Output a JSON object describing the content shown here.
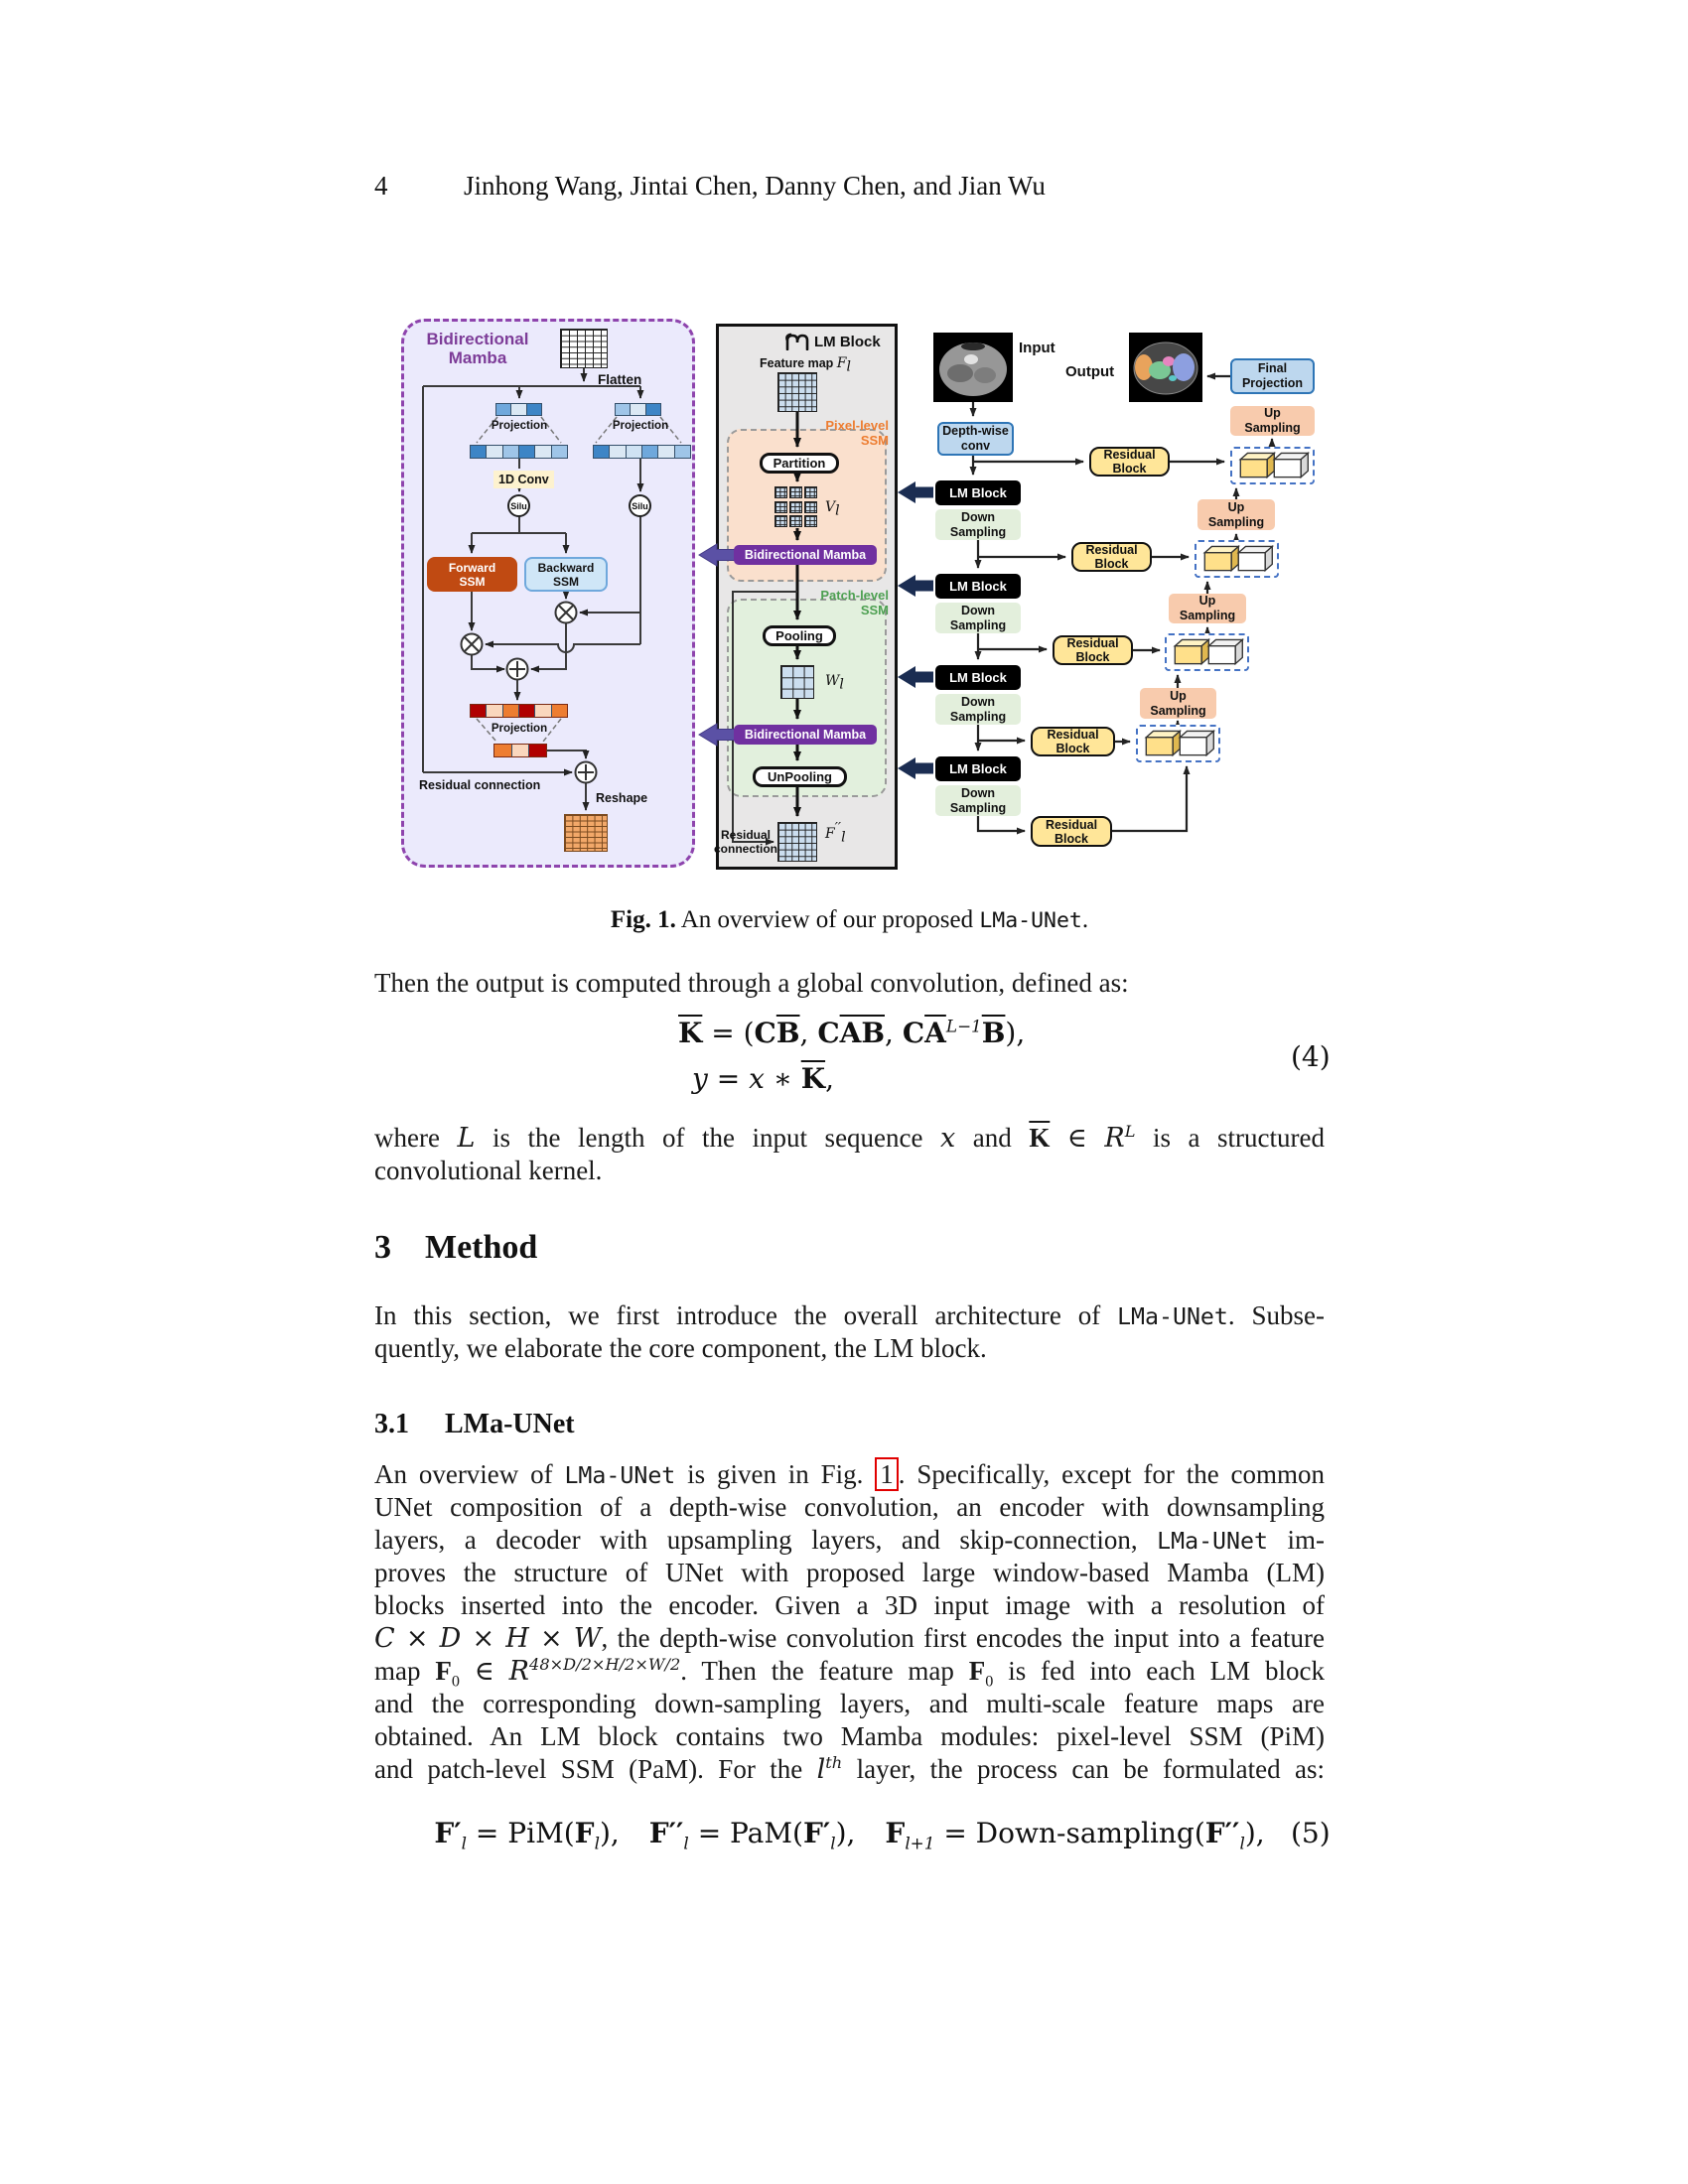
{
  "header": {
    "page_number": "4",
    "authors": "Jinhong Wang, Jintai Chen, Danny Chen, and Jian Wu"
  },
  "figure": {
    "caption": {
      "label": "Fig. 1.",
      "text": " An overview of our proposed ",
      "code": "LMa-UNet",
      "period": "."
    },
    "bidir_panel": {
      "title_l1": "Bidirectional",
      "title_l2": "Mamba",
      "flatten": "Flatten",
      "projection": "Projection",
      "conv1d": "1D Conv",
      "silu": "Silu",
      "forward_l1": "Forward",
      "forward_l2": "SSM",
      "backward_l1": "Backward",
      "backward_l2": "SSM",
      "residual": "Residual connection",
      "reshape": "Reshape"
    },
    "lm_panel": {
      "title": "LM Block",
      "feature_map": "Feature map ",
      "f_var": "F",
      "f_sub": "l",
      "pixel_l1": "Pixel-level",
      "pixel_l2": "SSM",
      "partition": "Partition",
      "v_var": "V",
      "v_sub": "l",
      "bimamba": "Bidirectional Mamba",
      "patch_l1": "Patch-level",
      "patch_l2": "SSM",
      "pooling": "Pooling",
      "w_var": "W",
      "w_sub": "l",
      "unpooling": "UnPooling",
      "residual_l1": "Residual",
      "residual_l2": "connection",
      "fout_var": "F",
      "fout_sup": "′′",
      "fout_sub": "l"
    },
    "unet_panel": {
      "input": "Input",
      "output": "Output",
      "final_l1": "Final",
      "final_l2": "Projection",
      "dwconv_l1": "Depth-wise",
      "dwconv_l2": "conv",
      "lm_block": "LM Block",
      "down_l1": "Down",
      "down_l2": "Sampling",
      "residual_l1": "Residual",
      "residual_l2": "Block",
      "up_l1": "Up",
      "up_l2": "Sampling"
    },
    "colors": {
      "panel_purple": "#8e44ad",
      "title_purple": "#7d3c98",
      "mamba_purple": "#7030a0",
      "arrow_indigo": "#5b51a5",
      "forward_ssm": "#c04a12",
      "backward_ssm_bg": "#cfe6f7",
      "conv1d_bg": "#fdf2cf",
      "pixel_label": "#ed7d31",
      "pixel_bg": "#fae0cd",
      "patch_label": "#4ea052",
      "patch_bg": "#e2f0dd",
      "lm_block_bg": "#000000",
      "down_sampling_bg": "#e3efdc",
      "residual_block_bg": "#ffe699",
      "up_sampling_bg": "#f8cbad",
      "projection_box_bg": "#bdd7ee",
      "projection_box_border": "#2e75b6",
      "skip_box_border": "#4472c4",
      "navy_arrow": "#1b2d52",
      "fig_link": "#e10000"
    }
  },
  "body": {
    "intro": "Then the output is computed through a global convolution, defined as:",
    "eq4": {
      "k1": "K",
      "r1": " = (",
      "c1": "C",
      "b1": "B",
      "s1": ", ",
      "c2": "C",
      "ab": "AB",
      "s2": ", ",
      "c3": "C",
      "a3": "A",
      "exp": "L−1",
      "b3": "B",
      "end": "),",
      "y": "y",
      "r2": " = ",
      "x": "x",
      "st": " ∗ ",
      "k2": "K",
      "cm": ",",
      "num": "(4)"
    },
    "where": {
      "w1": "where ",
      "lv": "L",
      "w2": " is the length of the input sequence ",
      "xv": "x",
      "w3": " and ",
      "kv": "K",
      "w4": " ∈ ",
      "rv": "R",
      "rsup": "L",
      "w5": " is a structured",
      "l2": "convolutional kernel."
    },
    "sec3": {
      "num": "3",
      "title": "Method"
    },
    "sec3_para": {
      "l1a": "In this section, we first introduce the overall architecture of ",
      "l1code": "LMa-UNet",
      "l1b": ". Subse-",
      "l2": "quently, we elaborate the core component, the LM block."
    },
    "sec31": {
      "num": "3.1",
      "title": "LMa-UNet"
    },
    "p31": {
      "l1a": "An overview of ",
      "l1code": "LMa-UNet",
      "l1b": " is given in Fig. ",
      "l1fig": "1",
      "l1c": ". Specifically, except for the common",
      "l2": "UNet composition of a depth-wise convolution, an encoder with downsampling",
      "l3a": "layers, a decoder with upsampling layers, and skip-connection, ",
      "l3code": "LMa-UNet",
      "l3b": " im-",
      "l4": "proves the structure of UNet with proposed large window-based Mamba (LM)",
      "l5": "blocks inserted into the encoder. Given a 3D input image with a resolution of",
      "l6m": "C × D × H × W",
      "l6": ", the depth-wise convolution first encodes the input into a feature",
      "l7a": "map ",
      "l7f": "F",
      "l7sub": "0",
      "l7b": " ∈ ",
      "l7r": "R",
      "l7sup": "48×D/2×H/2×W/2",
      "l7c": ". Then the feature map ",
      "l7f2": "F",
      "l7sub2": "0",
      "l7d": " is fed into each LM block",
      "l8": "and the corresponding down-sampling layers, and multi-scale feature maps are",
      "l9": "obtained. An LM block contains two Mamba modules: pixel-level SSM (PiM)",
      "l10a": "and patch-level SSM (PaM). For the ",
      "l10l": "l",
      "l10sup": "th",
      "l10b": " layer, the process can be formulated as:"
    },
    "eq5": {
      "f1": "F",
      "p1": "′",
      "s1": "l",
      "m1": " = PiM(",
      "f2": "F",
      "s2": "l",
      "e1": "),",
      "f3": "F",
      "p3": "′′",
      "s3": "l",
      "m2": " = PaM(",
      "f4": "F",
      "p4": "′",
      "s4": "l",
      "e2": "),",
      "f5": "F",
      "s5": "l+1",
      "m3": " = Down-sampling(",
      "f6": "F",
      "p6": "′′",
      "s6": "l",
      "e3": "),",
      "num": "(5)"
    }
  }
}
